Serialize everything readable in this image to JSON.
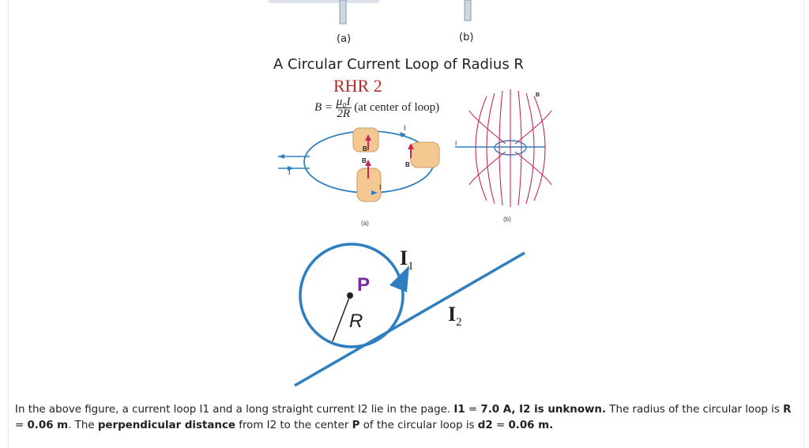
{
  "figure_top": {
    "label_a": "(a)",
    "label_b": "(b)"
  },
  "slide": {
    "title": "A Circular Current Loop of Radius R",
    "subtitle": "RHR 2",
    "formula_lhs": "B =",
    "formula_num": "μ₀I",
    "formula_den": "2R",
    "formula_note": "(at center of loop)",
    "label_a": "(a)",
    "label_b": "(b)",
    "label_I": "I",
    "label_B": "B"
  },
  "diagram": {
    "label_P": "P",
    "label_R": "R",
    "label_I1": "I",
    "label_I1_sub": "1",
    "label_I2": "I",
    "label_I2_sub": "2"
  },
  "problem": {
    "t1": "In the above figure,  a current loop I1 and a long straight current I2 lie in the page. ",
    "t2": "I1",
    "t3": " = ",
    "t4": "7.0 A, I2 is unknown.",
    "t5": " The radius of the circular loop is ",
    "t6": "R",
    "t7": " = ",
    "t8": "0.06 m",
    "t9": ". The ",
    "t10": "perpendicular distance",
    "t11": " from I2 to the center ",
    "t12": "P",
    "t13": " of the circular loop is ",
    "t14": "d2",
    "t15": " = ",
    "t16": "0.06 m."
  },
  "colors": {
    "loop_blue": "#2f7fc0",
    "field_red": "#c8285a",
    "rhr_red": "#b22a2a",
    "label_purple": "#7a2a9a"
  }
}
